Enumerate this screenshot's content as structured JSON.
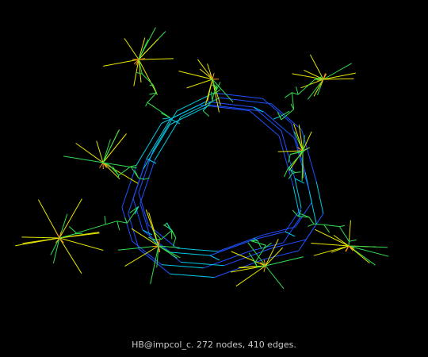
{
  "graph": {
    "name": "HB@impcol_c",
    "nodes": 272,
    "edges": 410,
    "caption": "HB@impcol_c. 272 nodes, 410 edges."
  },
  "colors": {
    "background": "#000000",
    "edge_blue": "#1e50ff",
    "edge_cyan": "#00c8e6",
    "edge_green": "#32dc50",
    "edge_yellow": "#e6e600",
    "edge_orange": "#ff9614"
  }
}
